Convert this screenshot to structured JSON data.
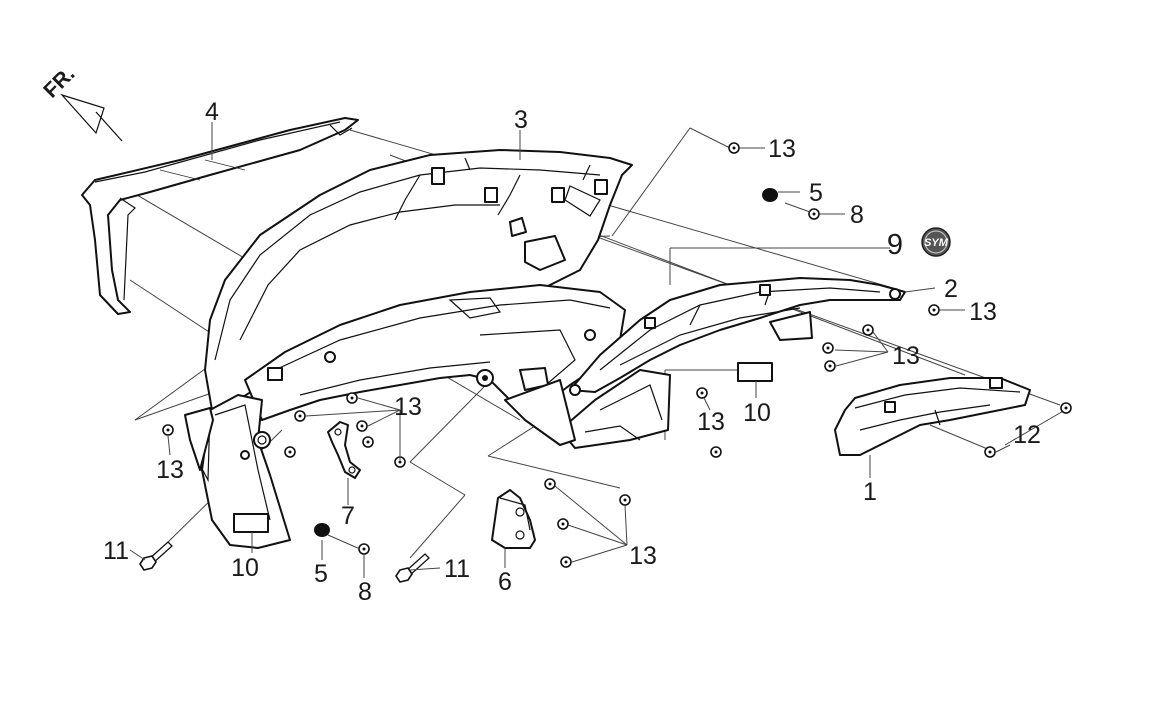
{
  "orientation_label": "FR.",
  "logo_text": "SYM",
  "colors": {
    "line": "#111111",
    "background": "#ffffff",
    "logo": "#555555"
  },
  "callouts": {
    "part_1": "1",
    "part_2": "2",
    "part_3": "3",
    "part_4": "4",
    "part_5_top": "5",
    "part_5_bottom": "5",
    "part_6": "6",
    "part_7": "7",
    "part_8_top": "8",
    "part_8_bottom": "8",
    "part_9": "9",
    "part_10_right": "10",
    "part_10_left": "10",
    "part_11_left": "11",
    "part_11_center": "11",
    "part_12": "12",
    "part_13_top": "13",
    "part_13_right_upper": "13",
    "part_13_right_middle": "13",
    "part_13_center_right": "13",
    "part_13_left_cluster": "13",
    "part_13_far_left": "13",
    "part_13_bottom_center": "13"
  }
}
